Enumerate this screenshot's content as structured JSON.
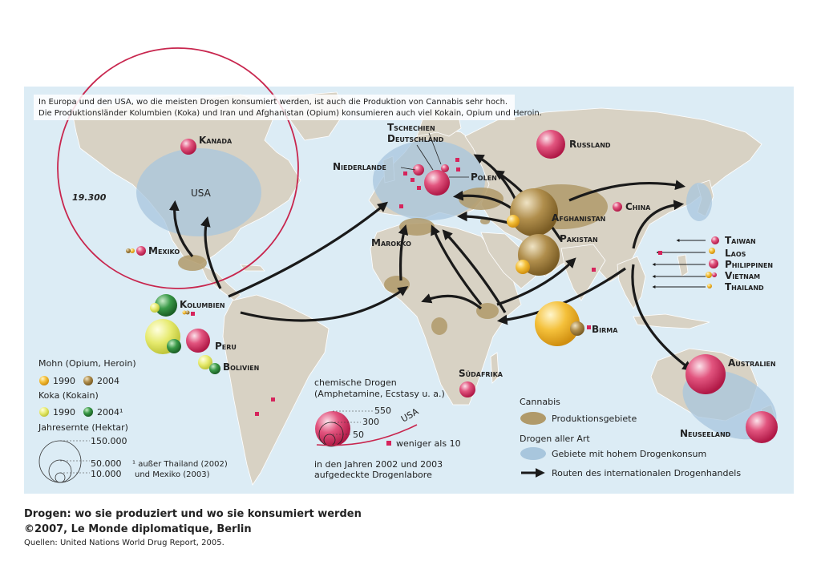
{
  "intro": {
    "line1": "In Europa und den USA, wo die meisten Drogen konsumiert werden, ist auch die Produktion von Cannabis sehr hoch.",
    "line2": "Die Produktionsländer Kolumbien (Koka) und Iran und Afghanistan (Opium) konsumieren auch viel Kokain, Opium und Heroin."
  },
  "usa_circle_value": "19.300",
  "countries": {
    "usa": "USA",
    "kanada": "Kanada",
    "mexiko": "Mexiko",
    "kolumbien": "Kolumbien",
    "peru": "Peru",
    "bolivien": "Bolivien",
    "tschechien": "Tschechien",
    "deutschland": "Deutschland",
    "niederlande": "Niederlande",
    "polen": "Polen",
    "russland": "Russland",
    "afghanistan": "Afghanistan",
    "pakistan": "Pakistan",
    "china": "China",
    "marokko": "Marokko",
    "birma": "Birma",
    "suedafrika": "Südafrika",
    "australien": "Australien",
    "neuseeland": "Neuseeland",
    "taiwan": "Taiwan",
    "laos": "Laos",
    "philippinen": "Philippinen",
    "vietnam": "Vietnam",
    "thailand": "Thailand"
  },
  "legend": {
    "mohn_title": "Mohn (Opium, Heroin)",
    "mohn_1990": "1990",
    "mohn_2004": "2004",
    "koka_title": "Koka (Kokain)",
    "koka_1990": "1990",
    "koka_2004": "2004¹",
    "ernte_title": "Jahresernte (Hektar)",
    "ernte_150": "150.000",
    "ernte_50": "50.000",
    "ernte_10": "10.000",
    "footnote_1": "¹ außer Thailand (2002)",
    "footnote_2": "und Mexiko (2003)",
    "chem_title_1": "chemische Drogen",
    "chem_title_2": "(Amphetamine, Ecstasy u. a.)",
    "chem_550": "550",
    "chem_300": "300",
    "chem_50": "50",
    "chem_usa": "USA",
    "chem_less": "weniger als 10",
    "chem_note_1": "in den Jahren 2002 und 2003",
    "chem_note_2": "aufgedeckte Drogenlabore",
    "cannabis_title": "Cannabis",
    "cannabis_prod": "Produktionsgebiete",
    "drogen_title": "Drogen aller Art",
    "drogen_konsum": "Gebiete mit hohem Drogenkonsum",
    "routen": "Routen des internationalen Drogenhandels"
  },
  "colors": {
    "ocean": "#dcecf5",
    "land": "#d8d2c4",
    "cannabis": "#b09a6a",
    "consumption": "#a8c6dd",
    "chemical": "#d6245c",
    "opium_1990": "#f2b21d",
    "opium_2004": "#9a7a3a",
    "coca_1990": "#e3e86a",
    "coca_2004": "#2f8a3c"
  },
  "caption": {
    "title": "Drogen: wo sie produziert und wo sie konsumiert werden",
    "copyright": "©2007, Le Monde diplomatique, Berlin",
    "sources": "Quellen: United Nations World Drug Report, 2005."
  }
}
